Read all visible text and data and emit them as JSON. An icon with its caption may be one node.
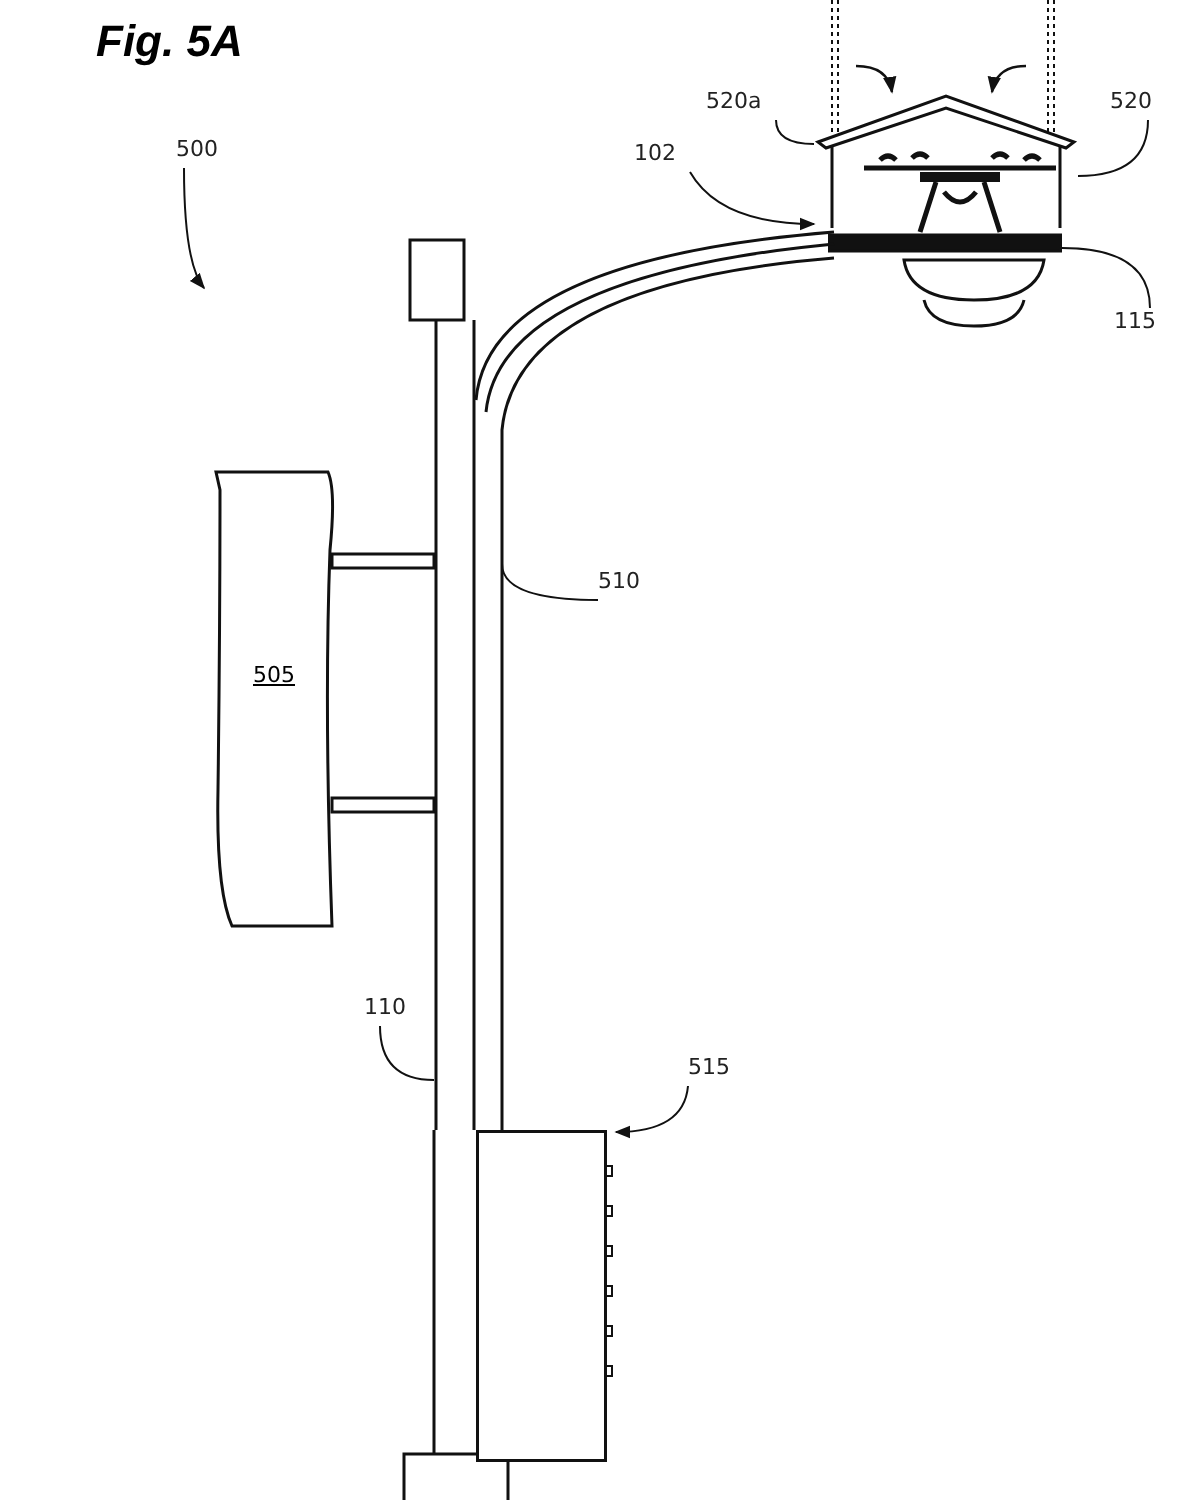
{
  "diagram": {
    "title": "Fig. 5A",
    "nodes": [
      {
        "text": [
          "500"
        ]
      },
      {
        "text": [
          "102"
        ]
      },
      {
        "text": [],
        "shape": "box"
      },
      {
        "text": [
          "520a"
        ]
      },
      {
        "text": [
          "520"
        ]
      },
      {
        "text": [
          "115"
        ]
      },
      {
        "text": [],
        "shape": "bar"
      },
      {
        "text": [
          "510"
        ]
      },
      {
        "text": [],
        "shape": "bar"
      },
      {
        "text": [
          "505"
        ]
      },
      {
        "text": [
          "110"
        ]
      },
      {
        "text": [],
        "shape": "bar"
      },
      {
        "text": [
          "515"
        ]
      },
      {
        "text": [],
        "shape": "box"
      }
    ],
    "edges": [
      {
        "from": 0,
        "to": null,
        "arrow": "to"
      },
      {
        "from": 1,
        "to": 2,
        "arrow": "to"
      },
      {
        "from": 3,
        "to": 2,
        "arrow": "none"
      },
      {
        "from": 4,
        "to": 2,
        "arrow": "none"
      },
      {
        "from": 5,
        "to": 6,
        "arrow": "none"
      },
      {
        "from": 7,
        "to": 8,
        "arrow": "none"
      },
      {
        "from": 10,
        "to": 11,
        "arrow": "none"
      },
      {
        "from": 12,
        "to": 13,
        "arrow": "to"
      }
    ]
  }
}
